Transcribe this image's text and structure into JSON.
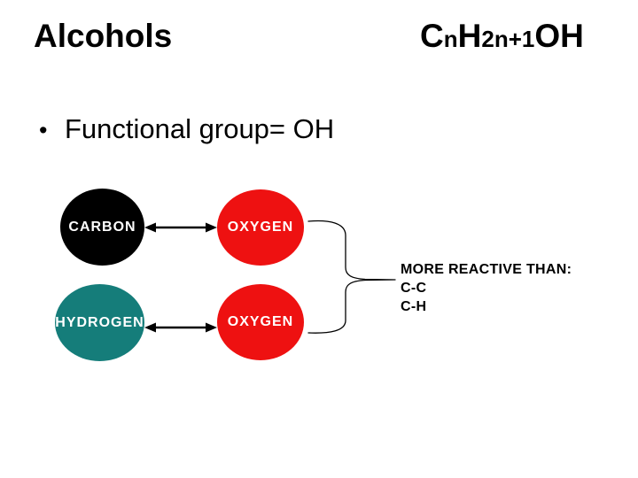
{
  "slide": {
    "title": "Alcohols",
    "formula": {
      "c": "C",
      "sub_n": "n",
      "h": "H",
      "sub_2n1": "2n+1",
      "oh": "OH"
    },
    "bullet": {
      "marker": "•",
      "text": "Functional group= OH"
    },
    "diagram": {
      "nodes": [
        {
          "id": "carbon",
          "label": "CARBON",
          "color": "#000000",
          "text_color": "#ffffff"
        },
        {
          "id": "oxygen-top",
          "label": "OXYGEN",
          "color": "#ee1111",
          "text_color": "#ffffff"
        },
        {
          "id": "hydrogen",
          "label": "HYDROGEN",
          "color": "#157d7a",
          "text_color": "#ffffff"
        },
        {
          "id": "oxygen-bottom",
          "label": "OXYGEN",
          "color": "#ee1111",
          "text_color": "#ffffff"
        }
      ],
      "brace_note": {
        "lines": [
          "MORE REACTIVE THAN:",
          "C-C",
          "C-H"
        ]
      }
    },
    "colors": {
      "background": "#ffffff",
      "text": "#000000",
      "red": "#ee1111",
      "teal": "#157d7a",
      "connector": "#000000"
    }
  }
}
